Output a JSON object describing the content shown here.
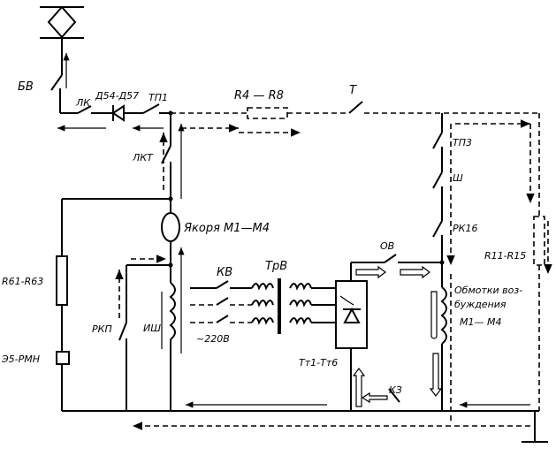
{
  "labels": {
    "bv": "БВ",
    "lk": "ЛК",
    "diodes": "Д54-Д57",
    "tp1": "ТП1",
    "r4r8": "R4 — R8",
    "t": "Т",
    "tp3": "ТП3",
    "sh": "Ш",
    "rk16": "РК16",
    "lkt": "ЛКТ",
    "armature": "Якоря М1—М4",
    "r61r63": "R61-R63",
    "e5rmn": "Э5-РМН",
    "rkp": "РКП",
    "ish": "ИШ",
    "kv": "КВ",
    "trv": "ТрВ",
    "ac220": "~220В",
    "tt": "Тт1-Тт6",
    "ov": "ОВ",
    "kz": "КЗ",
    "r11r15": "R11-R15",
    "field1": "Обмотки воз-",
    "field2": "буждения",
    "field3": "М1— М4"
  }
}
